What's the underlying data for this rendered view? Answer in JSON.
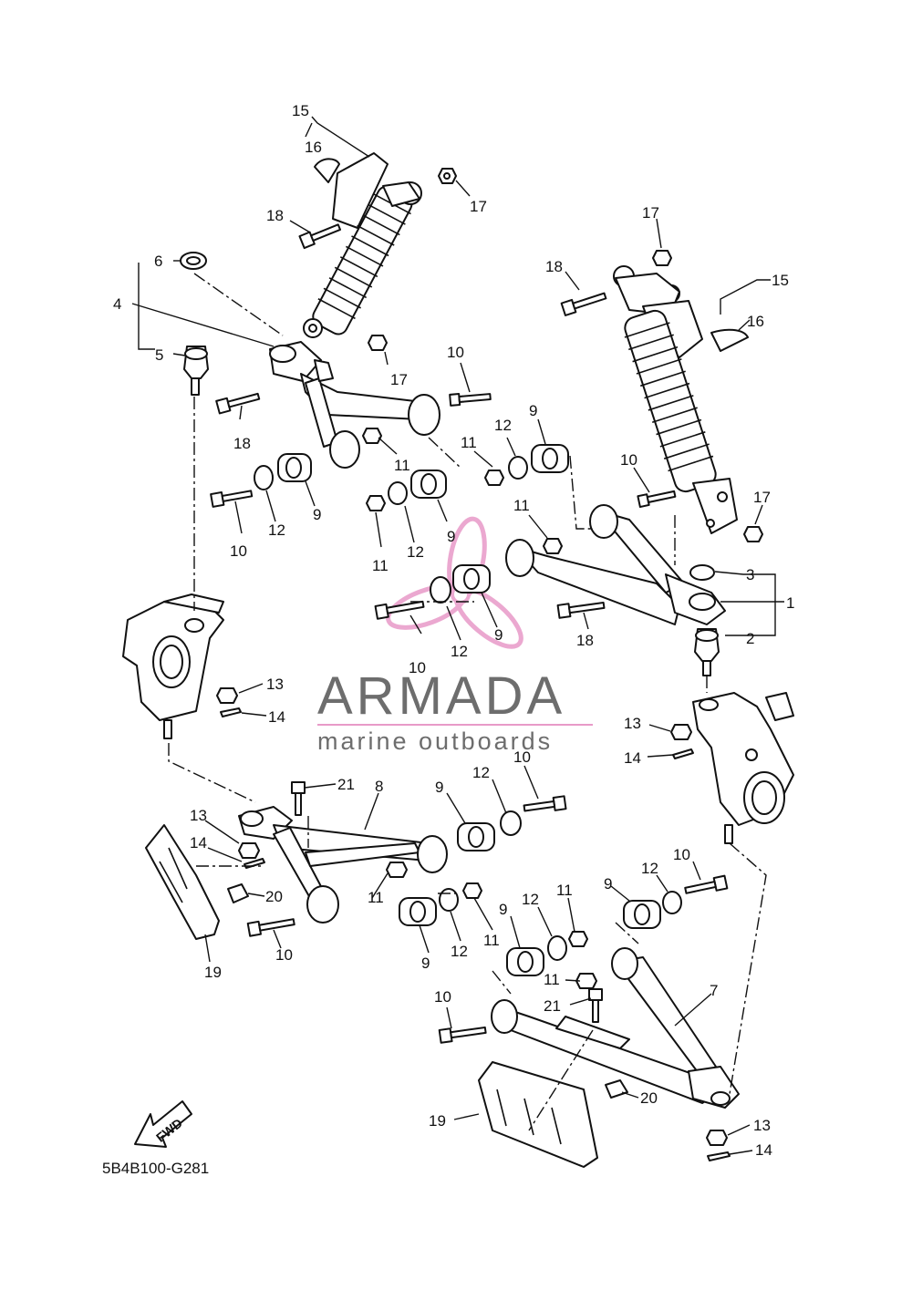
{
  "diagram": {
    "code": "5B4B100-G281",
    "fwd_label": "FWD",
    "watermark": {
      "brand": "ARMADA",
      "tagline": "marine outboards",
      "logo_color": "#e89ac8",
      "text_color": "#6d6d6d"
    },
    "callouts": [
      "15",
      "16",
      "17",
      "18",
      "6",
      "4",
      "5",
      "17",
      "18",
      "10",
      "12",
      "9",
      "11",
      "10",
      "12",
      "9",
      "11",
      "12",
      "9",
      "10",
      "12",
      "9",
      "18",
      "10",
      "17",
      "15",
      "16",
      "17",
      "18",
      "9",
      "12",
      "11",
      "10",
      "11",
      "17",
      "3",
      "1",
      "2",
      "13",
      "14",
      "13",
      "14",
      "21",
      "8",
      "9",
      "12",
      "10",
      "13",
      "14",
      "20",
      "11",
      "10",
      "19",
      "9",
      "12",
      "11",
      "12",
      "9",
      "11",
      "9",
      "12",
      "10",
      "9",
      "12",
      "11",
      "11",
      "21",
      "10",
      "7",
      "20",
      "19",
      "13",
      "14"
    ]
  }
}
